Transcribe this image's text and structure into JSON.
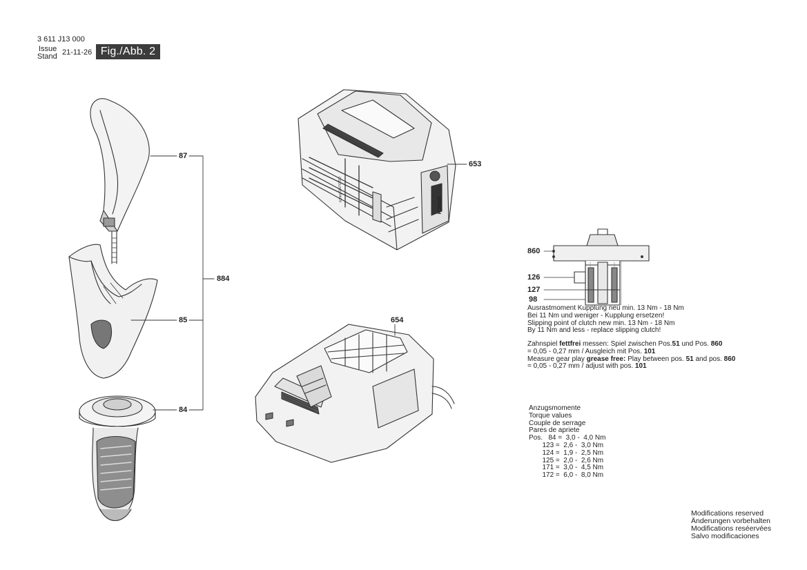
{
  "header": {
    "doc_number": "3 611 J13 000",
    "issue_label": "Issue",
    "stand_label": "Stand",
    "date": "21-11-26",
    "figure": "Fig./Abb. 2"
  },
  "callouts": {
    "p87": "87",
    "p85": "85",
    "p84": "84",
    "p884": "884",
    "p653": "653",
    "p654": "654",
    "p860": "860",
    "p126": "126",
    "p127": "127",
    "p98": "98"
  },
  "clutch_note": {
    "line1": "Ausrastmoment Kupplung neu min. 13 Nm - 18 Nm",
    "line2": "Bei 11 Nm und weniger - Kupplung ersetzen!",
    "line3": "Slipping point of clutch new min. 13 Nm - 18 Nm",
    "line4": "By 11 Nm and less - replace slipping clutch!"
  },
  "gear_note": {
    "l1_a": "Zahnspiel ",
    "l1_b": "fettfrei",
    "l1_c": " messen: Spiel zwischen Pos.",
    "l1_d": "51",
    "l1_e": " und Pos. ",
    "l1_f": "860",
    "l2_a": "= 0,05 - 0,27 mm / Ausgleich mit Pos. ",
    "l2_b": "101",
    "l3_a": "Measure gear play ",
    "l3_b": "grease free:",
    "l3_c": " Play between pos. ",
    "l3_d": "51",
    "l3_e": " and pos. ",
    "l3_f": "860",
    "l4_a": "= 0,05 - 0,27 mm / adjust with pos. ",
    "l4_b": "101"
  },
  "torque": {
    "title_de": "Anzugsmomente",
    "title_en": "Torque values",
    "title_fr": "Couple de serrage",
    "title_es": "Pares de apriete",
    "rows": [
      "Pos.   84 =  3,0 -  4,0 Nm",
      "       123 =  2,6 -  3,0 Nm",
      "       124 =  1,9 -  2,5 Nm",
      "       125 =  2,0 -  2,6 Nm",
      "       171 =  3,0 -  4,5 Nm",
      "       172 =  6,0 -  8,0 Nm"
    ]
  },
  "modifications": {
    "en": "Modifications reserved",
    "de": "Änderungen vorbehalten",
    "fr": "Modifications reséervées",
    "es": "Salvo modificaciones"
  },
  "battery_text": {
    "brand": "BOSCH",
    "cooling": "COOLING PACK"
  }
}
